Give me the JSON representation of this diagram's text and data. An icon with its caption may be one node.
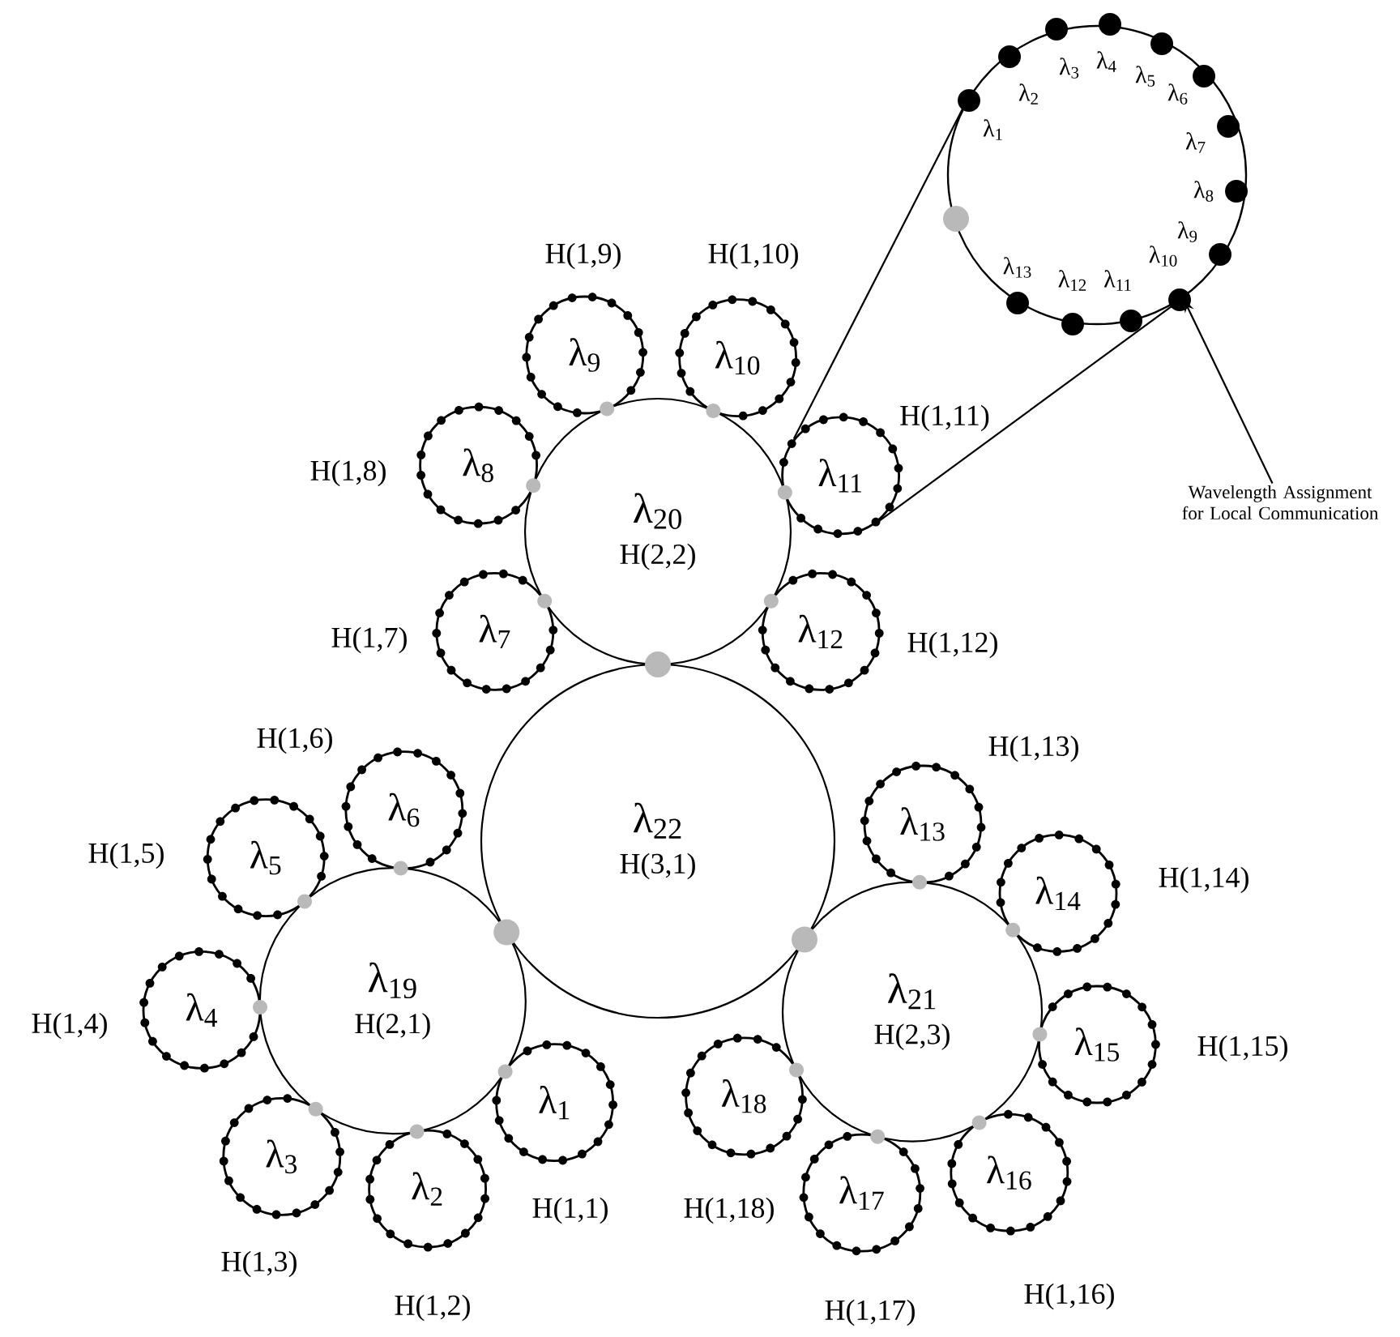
{
  "diagram": {
    "nodes": [
      {
        "text": [
          "λ$_{22}$",
          "H(3,1)"
        ]
      },
      {
        "text": [
          "λ$_{19}$",
          "H(2,1)"
        ]
      },
      {
        "text": [
          "λ$_{20}$",
          "H(2,2)"
        ]
      },
      {
        "text": [
          "λ$_{21}$",
          "H(2,3)"
        ]
      },
      {
        "text": [
          "λ$_{1}$"
        ],
        "beside": [
          "H(1,1)"
        ]
      },
      {
        "text": [
          "λ$_{2}$"
        ],
        "beside": [
          "H(1,2)"
        ]
      },
      {
        "text": [
          "λ$_{3}$"
        ],
        "beside": [
          "H(1,3)"
        ]
      },
      {
        "text": [
          "λ$_{4}$"
        ],
        "beside": [
          "H(1,4)"
        ]
      },
      {
        "text": [
          "λ$_{5}$"
        ],
        "beside": [
          "H(1,5)"
        ]
      },
      {
        "text": [
          "λ$_{6}$"
        ],
        "beside": [
          "H(1,6)"
        ]
      },
      {
        "text": [
          "λ$_{7}$"
        ],
        "beside": [
          "H(1,7)"
        ]
      },
      {
        "text": [
          "λ$_{8}$"
        ],
        "beside": [
          "H(1,8)"
        ]
      },
      {
        "text": [
          "λ$_{9}$"
        ],
        "beside": [
          "H(1,9)"
        ]
      },
      {
        "text": [
          "λ$_{10}$"
        ],
        "beside": [
          "H(1,10)"
        ]
      },
      {
        "text": [
          "λ$_{11}$"
        ],
        "beside": [
          "H(1,11)"
        ]
      },
      {
        "text": [
          "λ$_{12}$"
        ],
        "beside": [
          "H(1,12)"
        ]
      },
      {
        "text": [
          "λ$_{13}$"
        ],
        "beside": [
          "H(1,13)"
        ]
      },
      {
        "text": [
          "λ$_{14}$"
        ],
        "beside": [
          "H(1,14)"
        ]
      },
      {
        "text": [
          "λ$_{15}$"
        ],
        "beside": [
          "H(1,15)"
        ]
      },
      {
        "text": [
          "λ$_{16}$"
        ],
        "beside": [
          "H(1,16)"
        ]
      },
      {
        "text": [
          "λ$_{17}$"
        ],
        "beside": [
          "H(1,17)"
        ]
      },
      {
        "text": [
          "λ$_{18}$"
        ],
        "beside": [
          "H(1,18)"
        ]
      },
      {
        "text": [
          "λ$_{1}$",
          "λ$_{2}$",
          "λ$_{3}$",
          "λ$_{4}$",
          "λ$_{5}$",
          "λ$_{6}$",
          "λ$_{7}$",
          "λ$_{8}$",
          "λ$_{9}$",
          "λ$_{10}$",
          "λ$_{11}$",
          "λ$_{12}$",
          "λ$_{13}$"
        ]
      },
      {
        "text": [
          "Wavelength Assignment for Local Communication"
        ]
      }
    ],
    "edges": [
      {
        "from": 14,
        "to": 22,
        "arrow": "none"
      },
      {
        "from": 14,
        "to": 22,
        "arrow": "none"
      },
      {
        "from": 23,
        "to": 22,
        "arrow": "to"
      }
    ]
  }
}
